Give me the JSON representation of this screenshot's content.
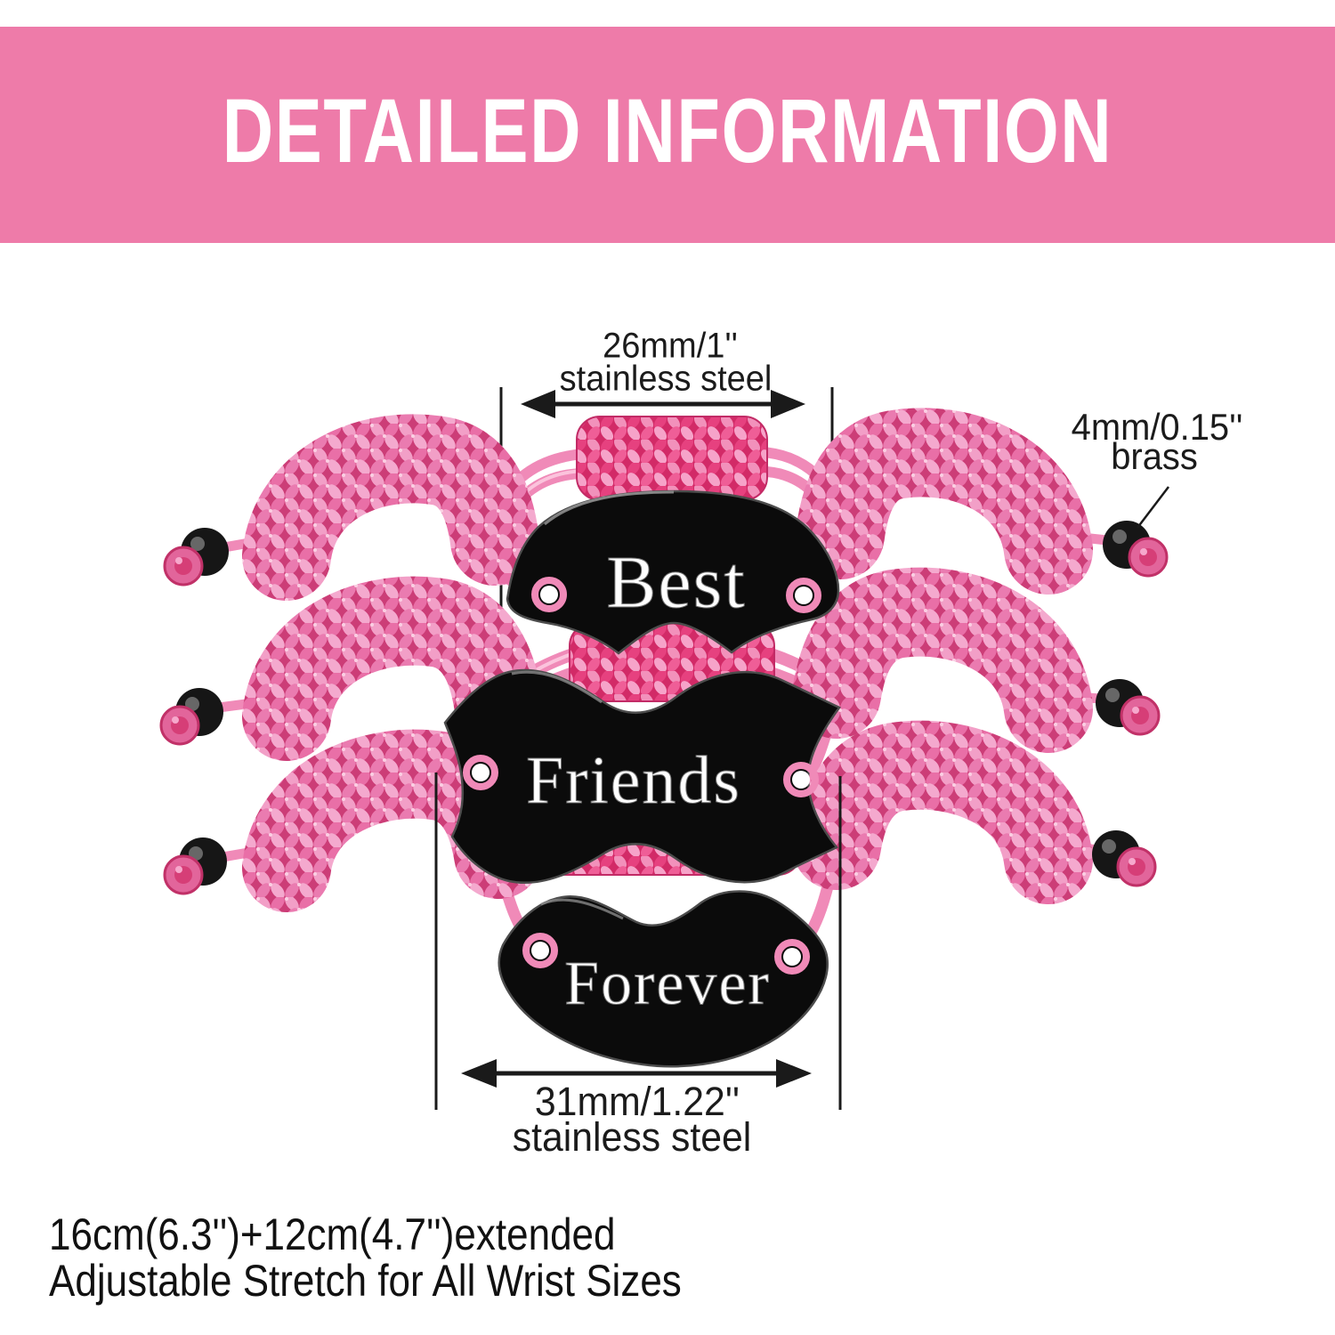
{
  "header": {
    "title": "DETAILED INFORMATION"
  },
  "measurements": {
    "pendant_small": {
      "value": "26mm/1''",
      "material": "stainless steel"
    },
    "bead": {
      "value": "4mm/0.15''",
      "material": "brass"
    },
    "pendant_large": {
      "value": "31mm/1.22''",
      "material": "stainless steel"
    }
  },
  "pendants": [
    {
      "label": "Best"
    },
    {
      "label": "Friends"
    },
    {
      "label": "Forever"
    }
  ],
  "footer": {
    "line1": "16cm(6.3'')+12cm(4.7'')extended",
    "line2": "Adjustable Stretch for All Wrist Sizes"
  },
  "colors": {
    "banner_pink": "#EE7BA9",
    "braid_pink": "#E8609C",
    "braid_deep": "#D22A67",
    "cord_pink": "#F08AB8",
    "pendant_black": "#0B0B0B",
    "bead_black": "#161616",
    "text_black": "#1A1A1A",
    "white": "#FFFFFF"
  }
}
